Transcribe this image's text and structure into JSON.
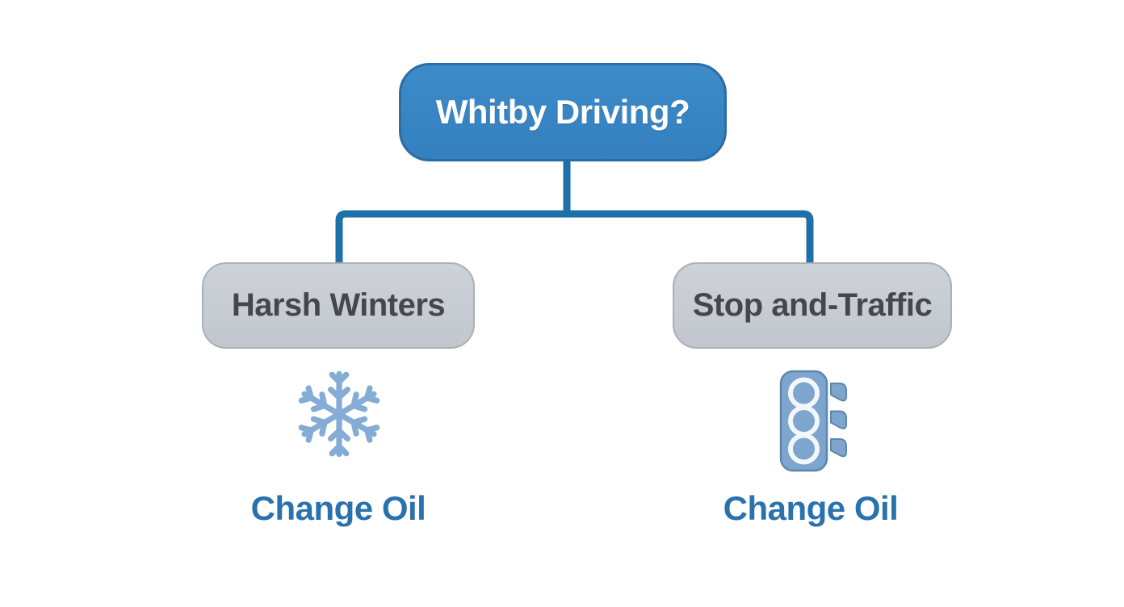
{
  "diagram": {
    "root": {
      "label": "Whitby Driving?"
    },
    "branches": [
      {
        "node_label": "Harsh Winters",
        "icon": "snowflake-icon",
        "action_label": "Change Oil"
      },
      {
        "node_label": "Stop and-Traffic",
        "icon": "traffic-light-icon",
        "action_label": "Change Oil"
      }
    ]
  },
  "colors": {
    "background": "#ffffff",
    "root_fill": "#3a86c4",
    "root_border": "#2b6da5",
    "root_text": "#ffffff",
    "connector": "#1f6fa9",
    "branch_fill": "#c6cbd2",
    "branch_border": "#aab0b8",
    "branch_text": "#44484e",
    "snowflake_blue": "#85acd5",
    "traffic_light_fill": "#7da5cd",
    "traffic_light_outline": "#5d86ac",
    "traffic_light_ring": "#f4f7fa",
    "action_text": "#2a72ad"
  }
}
